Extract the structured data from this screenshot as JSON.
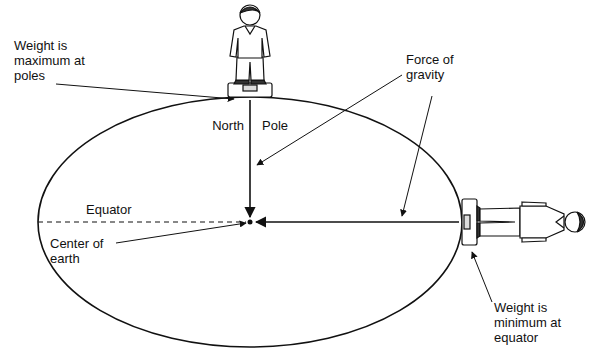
{
  "diagram": {
    "labels": [
      "Weight is maximum at poles",
      "North",
      "Pole",
      "Force of gravity",
      "Equator",
      "Center of earth",
      "Weight is minimum at equator"
    ]
  }
}
